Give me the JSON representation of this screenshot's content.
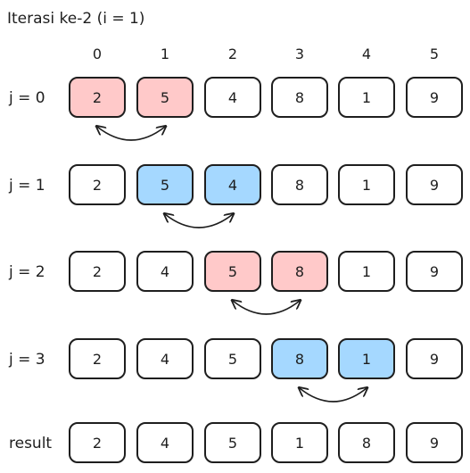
{
  "title": "Iterasi ke-2 (i = 1)",
  "index_labels": [
    "0",
    "1",
    "2",
    "3",
    "4",
    "5"
  ],
  "colors": {
    "stroke": "#1e1e1e",
    "white": "#ffffff",
    "red": "#ffc9c9",
    "blue": "#a5d8ff"
  },
  "rows": [
    {
      "label": "j = 0",
      "values": [
        "2",
        "5",
        "4",
        "8",
        "1",
        "9"
      ],
      "fills": [
        "red",
        "red",
        "white",
        "white",
        "white",
        "white"
      ],
      "arrow": [
        0,
        1
      ]
    },
    {
      "label": "j = 1",
      "values": [
        "2",
        "5",
        "4",
        "8",
        "1",
        "9"
      ],
      "fills": [
        "white",
        "blue",
        "blue",
        "white",
        "white",
        "white"
      ],
      "arrow": [
        1,
        2
      ]
    },
    {
      "label": "j = 2",
      "values": [
        "2",
        "4",
        "5",
        "8",
        "1",
        "9"
      ],
      "fills": [
        "white",
        "white",
        "red",
        "red",
        "white",
        "white"
      ],
      "arrow": [
        2,
        3
      ]
    },
    {
      "label": "j = 3",
      "values": [
        "2",
        "4",
        "5",
        "8",
        "1",
        "9"
      ],
      "fills": [
        "white",
        "white",
        "white",
        "blue",
        "blue",
        "white"
      ],
      "arrow": [
        3,
        4
      ]
    },
    {
      "label": "result",
      "values": [
        "2",
        "4",
        "5",
        "1",
        "8",
        "9"
      ],
      "fills": [
        "white",
        "white",
        "white",
        "white",
        "white",
        "white"
      ],
      "arrow": null
    }
  ]
}
